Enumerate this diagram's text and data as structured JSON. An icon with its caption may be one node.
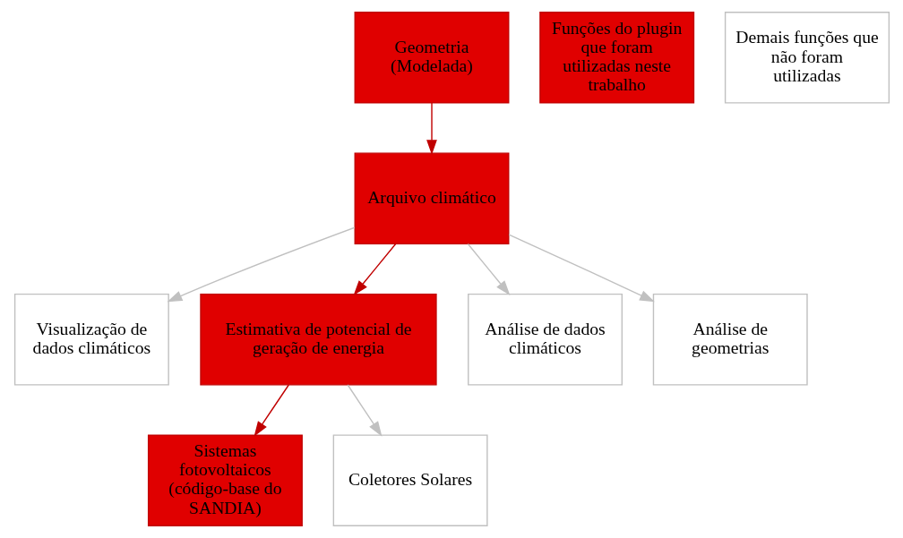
{
  "diagram": {
    "nodes": [
      {
        "text": [
          "Geometria (Modelada)"
        ]
      },
      {
        "text": [
          "Arquivo climático"
        ]
      },
      {
        "text": [
          "Visualização de dados climáticos"
        ]
      },
      {
        "text": [
          "Estimativa de potencial de geração de energia"
        ]
      },
      {
        "text": [
          "Análise de dados climáticos"
        ]
      },
      {
        "text": [
          "Análise de geometrias"
        ]
      },
      {
        "text": [
          "Sistemas fotovoltaicos (código-base do SANDIA)"
        ]
      },
      {
        "text": [
          "Coletores Solares"
        ]
      },
      {
        "text": [
          "Funções do plugin que foram utilizadas neste trabalho"
        ]
      },
      {
        "text": [
          "Demais funções que não foram utilizadas"
        ]
      }
    ],
    "edges": [
      {
        "from": 0,
        "to": 1,
        "arrow": "to",
        "color": "#c00000"
      },
      {
        "from": 1,
        "to": 2,
        "arrow": "to",
        "color": "#c0c0c0"
      },
      {
        "from": 1,
        "to": 3,
        "arrow": "to",
        "color": "#c00000"
      },
      {
        "from": 1,
        "to": 4,
        "arrow": "to",
        "color": "#c0c0c0"
      },
      {
        "from": 1,
        "to": 5,
        "arrow": "to",
        "color": "#c0c0c0"
      },
      {
        "from": 3,
        "to": 6,
        "arrow": "to",
        "color": "#c00000"
      },
      {
        "from": 3,
        "to": 7,
        "arrow": "to",
        "color": "#c0c0c0"
      }
    ]
  }
}
